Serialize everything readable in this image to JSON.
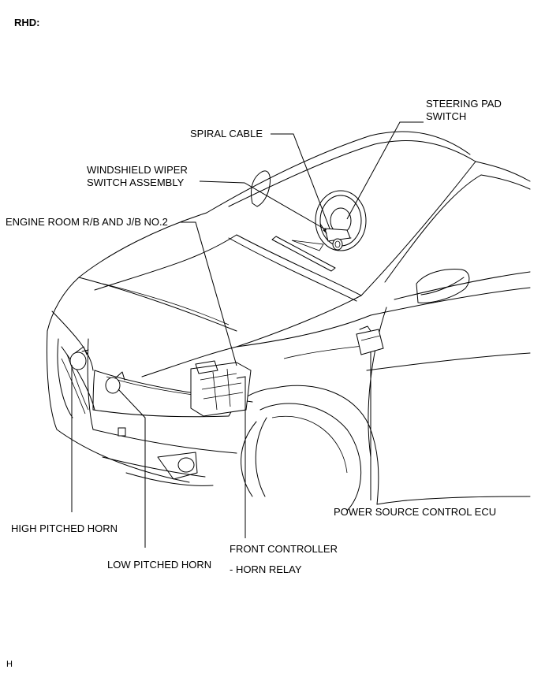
{
  "header": {
    "title": "RHD:"
  },
  "labels": {
    "steering_pad_switch_line1": "STEERING PAD",
    "steering_pad_switch_line2": "SWITCH",
    "spiral_cable": "SPIRAL CABLE",
    "windshield_wiper_line1": "WINDSHIELD WIPER",
    "windshield_wiper_line2": "SWITCH ASSEMBLY",
    "engine_room_rb_jb": "ENGINE ROOM R/B AND J/B NO.2",
    "high_pitched_horn": "HIGH PITCHED HORN",
    "low_pitched_horn": "LOW PITCHED HORN",
    "front_controller": "FRONT CONTROLLER",
    "horn_relay": "- HORN RELAY",
    "power_source_control_ecu": "POWER SOURCE CONTROL ECU"
  },
  "footer": {
    "code": "H"
  }
}
